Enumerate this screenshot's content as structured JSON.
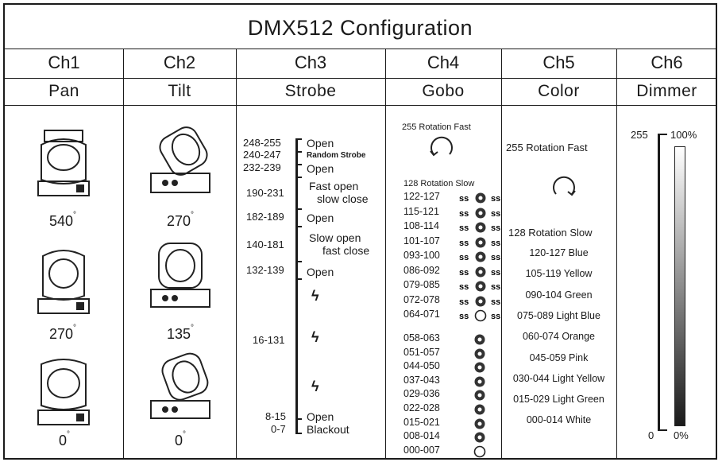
{
  "title": "DMX512 Configuration",
  "channels": [
    {
      "ch": "Ch1",
      "name": "Pan"
    },
    {
      "ch": "Ch2",
      "name": "Tilt"
    },
    {
      "ch": "Ch3",
      "name": "Strobe"
    },
    {
      "ch": "Ch4",
      "name": "Gobo"
    },
    {
      "ch": "Ch5",
      "name": "Color"
    },
    {
      "ch": "Ch6",
      "name": "Dimmer"
    }
  ],
  "pan": {
    "deg1": "540",
    "deg2": "270",
    "deg3": "0"
  },
  "tilt": {
    "deg1": "270",
    "deg2": "135",
    "deg3": "0"
  },
  "strobe": {
    "open1": "248-255",
    "open1_label": "Open",
    "random": "240-247",
    "random_label": "Random Strobe",
    "open2": "232-239",
    "open2_label": "Open",
    "fastopen": "190-231",
    "fastopen_label1": "Fast open",
    "fastopen_label2": "slow close",
    "open3": "182-189",
    "open3_label": "Open",
    "slowopen": "140-181",
    "slowopen_label1": "Slow open",
    "slowopen_label2": "fast close",
    "open4": "132-139",
    "open4_label": "Open",
    "strobe": "16-131",
    "open5": "8-15",
    "open5_label": "Open",
    "blackout": "0-7",
    "blackout_label": "Blackout"
  },
  "gobo": {
    "rot_fast": "255 Rotation Fast",
    "rot_slow": "128 Rotation  Slow",
    "shake": [
      "122-127",
      "115-121",
      "108-114",
      "101-107",
      "093-100",
      "086-092",
      "079-085",
      "072-078",
      "064-071"
    ],
    "static": [
      "058-063",
      "051-057",
      "044-050",
      "037-043",
      "029-036",
      "022-028",
      "015-021",
      "008-014",
      "000-007"
    ]
  },
  "color": {
    "rot_fast": "255 Rotation Fast",
    "rot_slow": "128 Rotation Slow",
    "items": [
      "120-127 Blue",
      "105-119 Yellow",
      "090-104 Green",
      "075-089 Light Blue",
      "060-074 Orange",
      "045-059 Pink",
      "030-044 Light Yellow",
      "015-029 Light Green",
      "000-014 White"
    ]
  },
  "dimmer": {
    "top": "255",
    "top_pct": "100%",
    "bottom": "0",
    "bottom_pct": "0%"
  }
}
